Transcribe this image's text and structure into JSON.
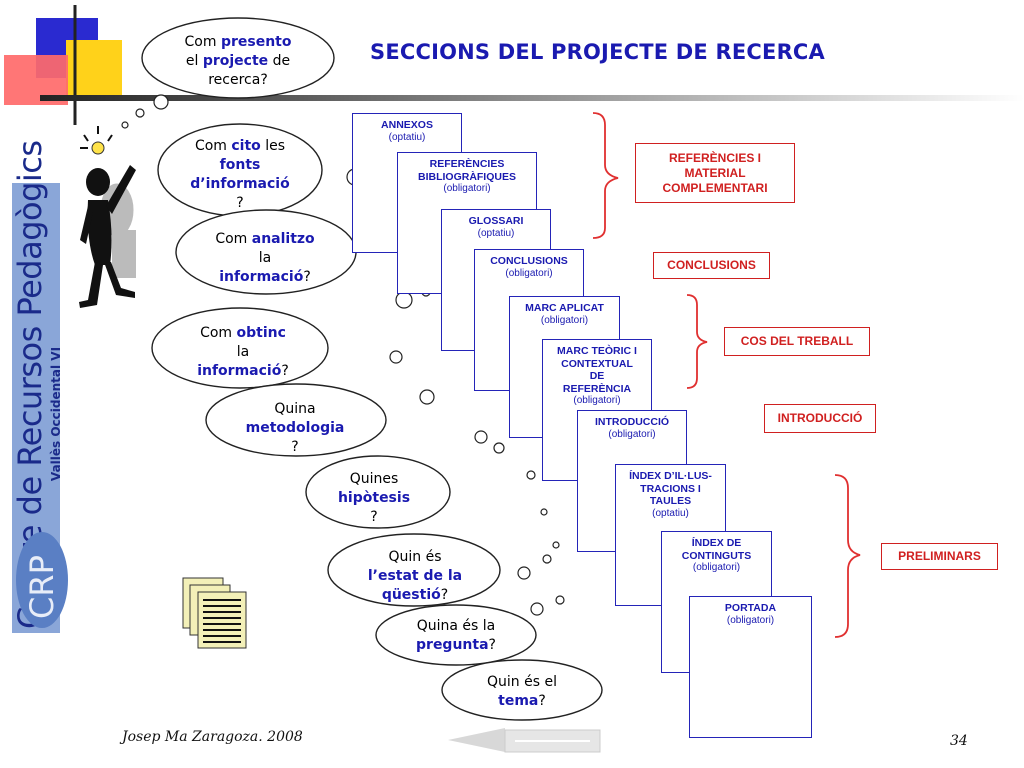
{
  "title": "SECCIONS DEL PROJECTE DE RECERCA",
  "banner": {
    "main": "Centre de Recursos Pedagògics",
    "sub": "Vallès Occidental VI",
    "logo": "CRP"
  },
  "clouds": [
    {
      "parts": [
        {
          "t": "Com "
        },
        {
          "t": "presento",
          "b": true
        },
        {
          "t": "\nel "
        },
        {
          "t": "projecte",
          "b": true
        },
        {
          "t": " de\nrecerca?"
        }
      ]
    },
    {
      "parts": [
        {
          "t": "Com "
        },
        {
          "t": "cito",
          "b": true
        },
        {
          "t": " les\n"
        },
        {
          "t": "fonts\nd’informació",
          "b": true
        },
        {
          "t": "\n?"
        }
      ]
    },
    {
      "parts": [
        {
          "t": "Com "
        },
        {
          "t": "analitzo",
          "b": true
        },
        {
          "t": "\nla\n"
        },
        {
          "t": "informació",
          "b": true
        },
        {
          "t": "?"
        }
      ]
    },
    {
      "parts": [
        {
          "t": "Com "
        },
        {
          "t": "obtinc",
          "b": true
        },
        {
          "t": "\nla\n"
        },
        {
          "t": "informació",
          "b": true
        },
        {
          "t": "?"
        }
      ]
    },
    {
      "parts": [
        {
          "t": "Quina\n"
        },
        {
          "t": "metodologia",
          "b": true
        },
        {
          "t": "\n?"
        }
      ]
    },
    {
      "parts": [
        {
          "t": "Quines\n"
        },
        {
          "t": "hipòtesis",
          "b": true
        },
        {
          "t": "\n?"
        }
      ]
    },
    {
      "parts": [
        {
          "t": "Quin és\n"
        },
        {
          "t": "l’estat de la\nqüestió",
          "b": true
        },
        {
          "t": "?"
        }
      ]
    },
    {
      "parts": [
        {
          "t": "Quina és la\n"
        },
        {
          "t": "pregunta",
          "b": true
        },
        {
          "t": "?"
        }
      ]
    },
    {
      "parts": [
        {
          "t": "Quin és el\n"
        },
        {
          "t": "tema",
          "b": true
        },
        {
          "t": "?"
        }
      ]
    }
  ],
  "pages": [
    {
      "title": "ANNEXOS",
      "sub": "(optatiu)"
    },
    {
      "title": "REFERÈNCIES\nBIBLIOGRÀFIQUES",
      "sub": "(obligatori)"
    },
    {
      "title": "GLOSSARI",
      "sub": "(optatiu)"
    },
    {
      "title": "CONCLUSIONS",
      "sub": "(obligatori)"
    },
    {
      "title": "MARC APLICAT",
      "sub": "(obligatori)"
    },
    {
      "title": "MARC TEÒRIC I\nCONTEXTUAL\nDE\nREFERÈNCIA",
      "sub": "(obligatori)"
    },
    {
      "title": "INTRODUCCIÓ",
      "sub": "(obligatori)"
    },
    {
      "title": "ÍNDEX D’IL·LUS-\nTRACIONS I\nTAULES",
      "sub": "(optatiu)"
    },
    {
      "title": "ÍNDEX DE\nCONTINGUTS",
      "sub": "(obligatori)"
    },
    {
      "title": "PORTADA",
      "sub": "(obligatori)"
    }
  ],
  "categories": [
    {
      "label": "REFERÈNCIES I\nMATERIAL\nCOMPLEMENTARI"
    },
    {
      "label": "CONCLUSIONS"
    },
    {
      "label": "COS DEL TREBALL"
    },
    {
      "label": "INTRODUCCIÓ"
    },
    {
      "label": "PRELIMINARS"
    }
  ],
  "footer": {
    "author": "Josep Ma Zaragoza. 2008",
    "page": "34"
  },
  "colors": {
    "accent": "#1a1ab0",
    "category": "#d02020",
    "banner": "#8aa6d8"
  }
}
